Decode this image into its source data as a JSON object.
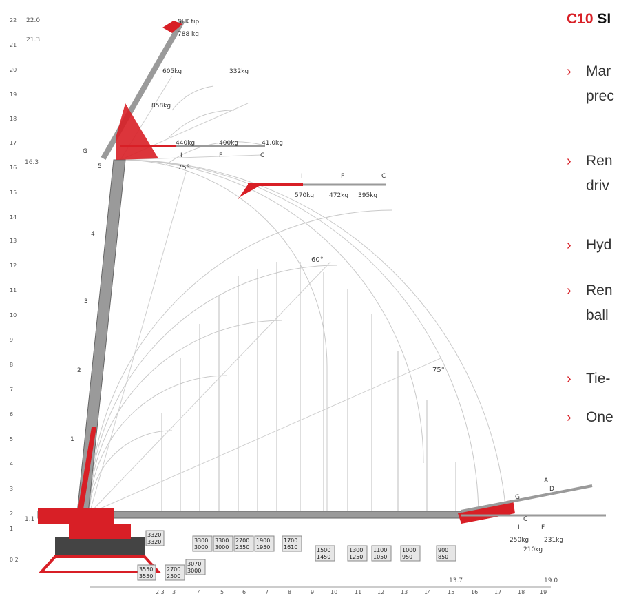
{
  "header": {
    "model": "C10",
    "title_rest": "SI"
  },
  "features": [
    {
      "line1": "Mar",
      "line2": "prec"
    },
    {
      "line1": "Ren",
      "line2": "driv"
    },
    {
      "line1": "Hyd",
      "line2": ""
    },
    {
      "line1": "Ren",
      "line2": "ball"
    },
    {
      "line1": "Tie-",
      "line2": ""
    },
    {
      "line1": "One",
      "line2": ""
    }
  ],
  "colors": {
    "accent": "#d81f26",
    "boom": "#9a9a9a",
    "grid": "#c9c9c9"
  },
  "diagram": {
    "y_axis_left": [
      "22",
      "21",
      "20",
      "19",
      "18",
      "17",
      "16",
      "15",
      "14",
      "13",
      "12",
      "11",
      "10",
      "9",
      "8",
      "7",
      "6",
      "5",
      "4",
      "3",
      "2",
      "1",
      "0.2"
    ],
    "y_marks": [
      "22.0",
      "21.3",
      "16.3",
      "1.1"
    ],
    "x_axis": [
      "2.3",
      "3",
      "4",
      "5",
      "6",
      "7",
      "8",
      "9",
      "10",
      "11",
      "12",
      "13",
      "14",
      "15",
      "16",
      "17",
      "18",
      "19"
    ],
    "x_marks": [
      "13.7",
      "19.0"
    ],
    "angles": [
      "75°",
      "60°",
      "75°"
    ],
    "boom_points": [
      "1",
      "2",
      "3",
      "4",
      "5",
      "G"
    ],
    "jib_tip": {
      "label": "SLK tip",
      "load": "788 kg"
    },
    "jib_top_loads": [
      "605kg",
      "332kg",
      "858kg",
      "440kg",
      "400kg",
      "41.0kg"
    ],
    "jib_top_letters": [
      "I",
      "F",
      "C"
    ],
    "jib_mid_loads": [
      "570kg",
      "472kg",
      "395kg"
    ],
    "jib_mid_letters": [
      "I",
      "F",
      "C"
    ],
    "jib_low_loads": [
      "250kg",
      "231kg",
      "210kg"
    ],
    "jib_low_letters": [
      "G",
      "D",
      "A",
      "I",
      "F",
      "C"
    ],
    "load_boxes": [
      {
        "top": "3320",
        "bot": "3320"
      },
      {
        "top": "3300",
        "bot": "3000"
      },
      {
        "top": "3300",
        "bot": "3000"
      },
      {
        "top": "2700",
        "bot": "2550"
      },
      {
        "top": "1900",
        "bot": "1950"
      },
      {
        "top": "1700",
        "bot": "1610"
      },
      {
        "top": "1500",
        "bot": "1450"
      },
      {
        "top": "1300",
        "bot": "1250"
      },
      {
        "top": "1100",
        "bot": "1050"
      },
      {
        "top": "1000",
        "bot": "950"
      },
      {
        "top": "900",
        "bot": "850"
      },
      {
        "top": "3550",
        "bot": "3550"
      },
      {
        "top": "2700",
        "bot": "2500"
      },
      {
        "top": "3070",
        "bot": "3000"
      }
    ]
  }
}
